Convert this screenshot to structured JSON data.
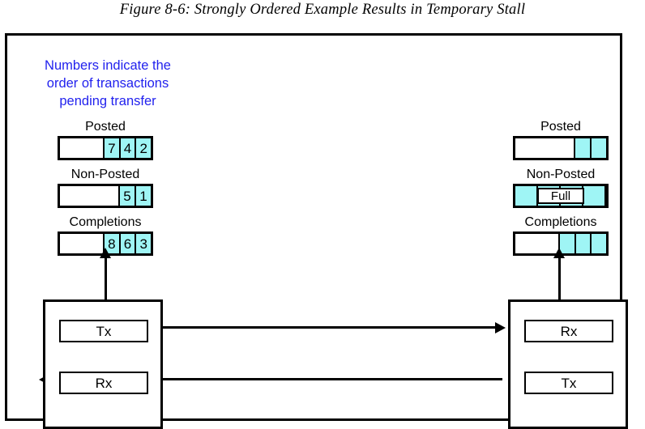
{
  "figure": {
    "title": "Figure 8-6: Strongly Ordered Example Results in Temporary Stall"
  },
  "annotation": {
    "line1": "Numbers indicate the",
    "line2": "order of transactions",
    "line3": "pending transfer",
    "color": "#2222EE"
  },
  "colors": {
    "filled_cell": "#9FF5F5",
    "empty_cell": "#FFFFFF",
    "stroke": "#000000"
  },
  "left": {
    "queues": [
      {
        "label": "Posted",
        "cells": [
          {
            "value": "",
            "filled": false,
            "span": 3
          },
          {
            "value": "7",
            "filled": true,
            "span": 1
          },
          {
            "value": "4",
            "filled": true,
            "span": 1
          },
          {
            "value": "2",
            "filled": true,
            "span": 1
          }
        ]
      },
      {
        "label": "Non-Posted",
        "cells": [
          {
            "value": "",
            "filled": false,
            "span": 4
          },
          {
            "value": "5",
            "filled": true,
            "span": 1
          },
          {
            "value": "1",
            "filled": true,
            "span": 1
          }
        ]
      },
      {
        "label": "Completions",
        "cells": [
          {
            "value": "",
            "filled": false,
            "span": 3
          },
          {
            "value": "8",
            "filled": true,
            "span": 1
          },
          {
            "value": "6",
            "filled": true,
            "span": 1
          },
          {
            "value": "3",
            "filled": true,
            "span": 1
          }
        ]
      }
    ],
    "device": {
      "top_port": "Tx",
      "bottom_port": "Rx"
    }
  },
  "right": {
    "queues": [
      {
        "label": "Posted",
        "cells": [
          {
            "value": "",
            "filled": false,
            "span": 4
          },
          {
            "value": "",
            "filled": true,
            "span": 1
          },
          {
            "value": "",
            "filled": true,
            "span": 1
          }
        ]
      },
      {
        "label": "Non-Posted",
        "overlay": "Full",
        "cells": [
          {
            "value": "",
            "filled": true,
            "span": 1
          },
          {
            "value": "",
            "filled": true,
            "span": 1
          },
          {
            "value": "",
            "filled": true,
            "span": 1
          },
          {
            "value": "",
            "filled": true,
            "span": 1
          }
        ]
      },
      {
        "label": "Completions",
        "cells": [
          {
            "value": "",
            "filled": false,
            "span": 3
          },
          {
            "value": "",
            "filled": true,
            "span": 1
          },
          {
            "value": "",
            "filled": true,
            "span": 1
          },
          {
            "value": "",
            "filled": true,
            "span": 1
          }
        ]
      }
    ],
    "device": {
      "top_port": "Rx",
      "bottom_port": "Tx"
    }
  }
}
